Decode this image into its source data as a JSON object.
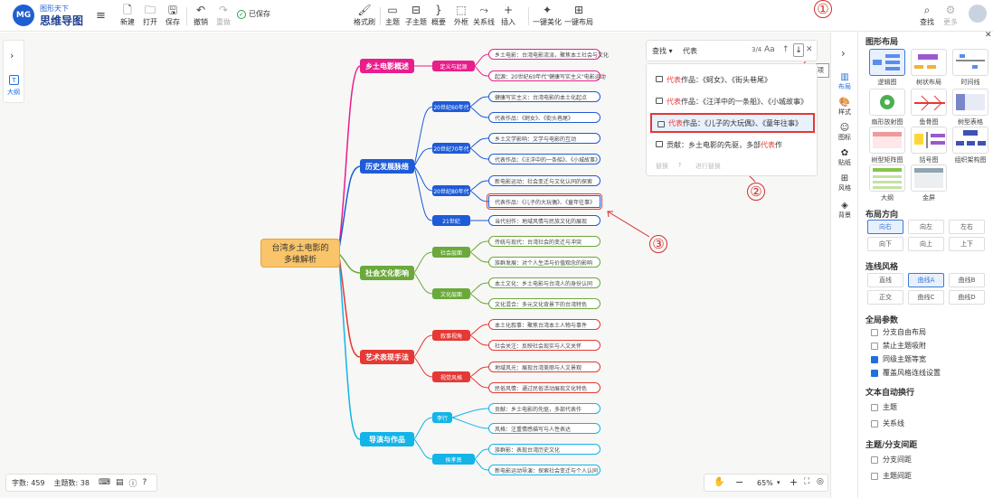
{
  "toolbar": {
    "brand_top": "图形天下",
    "brand_name": "思维导图",
    "logo": "MG",
    "buttons": [
      "新建",
      "打开",
      "保存",
      "撤销",
      "重做"
    ],
    "saved": "已保存",
    "format": "格式刷",
    "mid_buttons": [
      "主题",
      "子主题",
      "概要",
      "外框",
      "关系线",
      "插入"
    ],
    "beautify": "一键美化",
    "one_layout": "一键布局",
    "search": "查找",
    "share": "更多"
  },
  "left_panel": {
    "outline": "大纲"
  },
  "strip": [
    "布局",
    "样式",
    "图标",
    "贴纸",
    "风格",
    "背景"
  ],
  "panel": {
    "layout_title": "图形布局",
    "layouts": [
      "逻辑图",
      "树状布局",
      "时间线",
      "扇形放射图",
      "鱼骨图",
      "树型表格",
      "树型矩阵图",
      "括号图",
      "组织架构图",
      "大纲",
      "金屏"
    ],
    "dir_title": "布局方向",
    "dirs": [
      "向右",
      "向左",
      "左右",
      "向下",
      "向上",
      "上下"
    ],
    "line_title": "连线风格",
    "lines": [
      "直线",
      "曲线A",
      "曲线B",
      "正交",
      "曲线C",
      "曲线D"
    ],
    "global_title": "全局参数",
    "globals": [
      "分支自由布局",
      "禁止主题吸附",
      "同级主题等宽",
      "覆盖风格连线设置"
    ],
    "wrap_title": "文本自动换行",
    "wraps": [
      "主题",
      "关系线"
    ],
    "space_title": "主题/分支间距",
    "spaces": [
      "分支间距",
      "主题间距"
    ]
  },
  "search": {
    "label": "查找",
    "query": "代表",
    "count": "3/4",
    "case": "Aa",
    "tooltip": "下一项",
    "results": [
      {
        "hl": "代表",
        "rest": "作品：《蚵女》、《街头巷尾》"
      },
      {
        "hl": "代表",
        "rest": "作品：《汪洋中的一条船》、《小城故事》"
      },
      {
        "hl": "代表",
        "rest": "作品：《儿子的大玩偶》、《童年往事》"
      },
      {
        "pre": "贡献：乡土电影的先驱，多部",
        "hl": "代表",
        "rest": "作"
      }
    ],
    "replace": "替换",
    "replace_hint": "进行替换"
  },
  "map": {
    "root": "台湾乡土电影的多维解析",
    "mains": [
      "乡土电影概述",
      "历史发展脉络",
      "社会文化影响",
      "艺术表现手法",
      "导演与作品"
    ],
    "subs": [
      "定义与起源",
      "20世纪60年代",
      "20世纪70年代",
      "20世纪80年代",
      "21世纪",
      "社会层面",
      "文化层面",
      "叙事视角",
      "视觉风格",
      "李行",
      "侯孝贤"
    ],
    "leaves": [
      "乡土电影：台湾电影流派，聚焦本土社会与文化",
      "起源：20世纪60年代\"健康写实主义\"电影运动",
      "健康写实主义：台湾电影的本土化起点",
      "代表作品：《蚵女》、《街头巷尾》",
      "乡土文学影响：文学与电影的互动",
      "代表作品：《汪洋中的一条船》、《小城故事》",
      "新电影运动：社会变迁与文化认同的探索",
      "代表作品：《儿子的大玩偶》、《童年往事》",
      "当代创作：地域风情与民族文化的展现",
      "传统与现代：台湾社会的变迁与冲突",
      "族群发展：对个人生活与价值观念的影响",
      "本土文化：乡土电影与台湾人的身份认同",
      "文化混合：多元文化背景下的台湾特色",
      "本土化叙事：聚焦台湾本土人物与事件",
      "社会关注：反映社会现实与人文关怀",
      "地域风光：展现台湾美丽与人文景观",
      "民俗风情：通过民俗活动展现文化特色",
      "贡献：乡土电影的先驱，多部代表作",
      "风格：注重情感描写与人性表达",
      "族群影：表现台湾历史文化",
      "新电影运动导演：探索社会变迁与个人认同"
    ]
  },
  "status": {
    "words": "字数: 459",
    "topics": "主题数: 38"
  },
  "zoom": {
    "level": "65%"
  },
  "annotations": [
    "①",
    "②",
    "③"
  ]
}
